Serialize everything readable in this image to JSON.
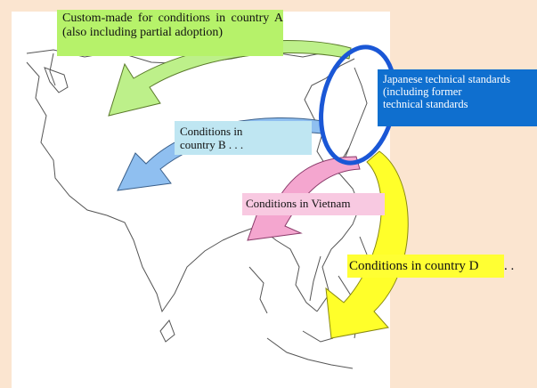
{
  "labels": {
    "country_a": "Custom-made for conditions in country A (also including partial adoption)",
    "japanese": "Japanese technical standards\n  (including former\n  technical standards",
    "country_b": "Conditions in\ncountry B . . .",
    "vietnam": "Conditions in Vietnam",
    "country_d": "Conditions in country D",
    "country_d_trail": " . ."
  },
  "colors": {
    "background": "#fbe5d0",
    "arrow_a": "#bdf08a",
    "arrow_b": "#8fbff0",
    "arrow_vietnam": "#f4a6cf",
    "arrow_d": "#ffff2a",
    "japan_ellipse": "#1a57d6"
  }
}
